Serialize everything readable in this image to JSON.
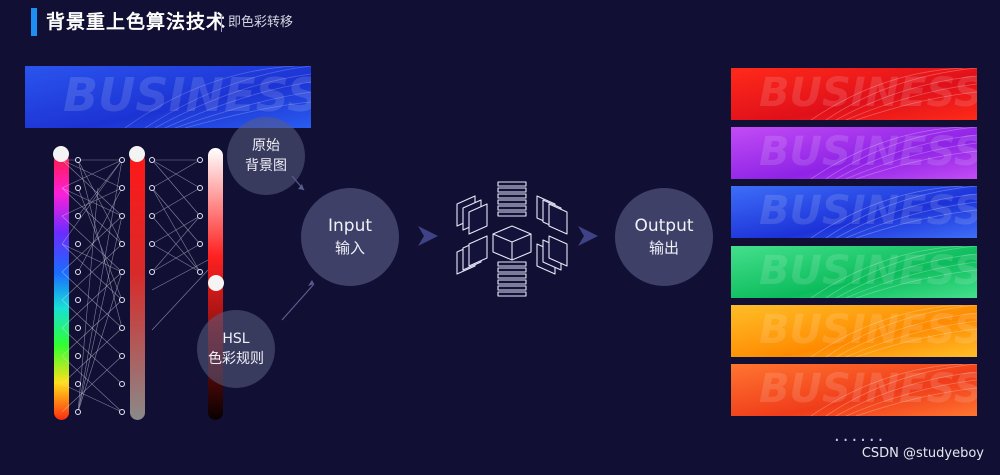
{
  "header": {
    "title": "背景重上色算法技术",
    "subtitle": "即色彩转移"
  },
  "input_labels": {
    "source": [
      "原始",
      "背景图"
    ],
    "rules": [
      "HSL",
      "色彩规则"
    ]
  },
  "input_node": [
    "Input",
    "输入"
  ],
  "output_node": [
    "Output",
    "输出"
  ],
  "banner_text": "BUSINESS",
  "outputs": [
    {
      "name": "red",
      "color1": "#ff2a1a",
      "color2": "#e0101a"
    },
    {
      "name": "purple",
      "color1": "#c24cf5",
      "color2": "#8e23e6"
    },
    {
      "name": "blue",
      "color1": "#3e6ef8",
      "color2": "#1c32d8"
    },
    {
      "name": "green",
      "color1": "#44e08c",
      "color2": "#0cbc5c"
    },
    {
      "name": "orange",
      "color1": "#ffbe28",
      "color2": "#ff8a00"
    },
    {
      "name": "red-orange",
      "color1": "#ff7530",
      "color2": "#f03c1a"
    }
  ],
  "more": "......",
  "watermark": "CSDN @studyeboy",
  "colors": {
    "background": "#111034",
    "accent": "#1d8ff2",
    "source_banner": "#1f3ad6"
  }
}
